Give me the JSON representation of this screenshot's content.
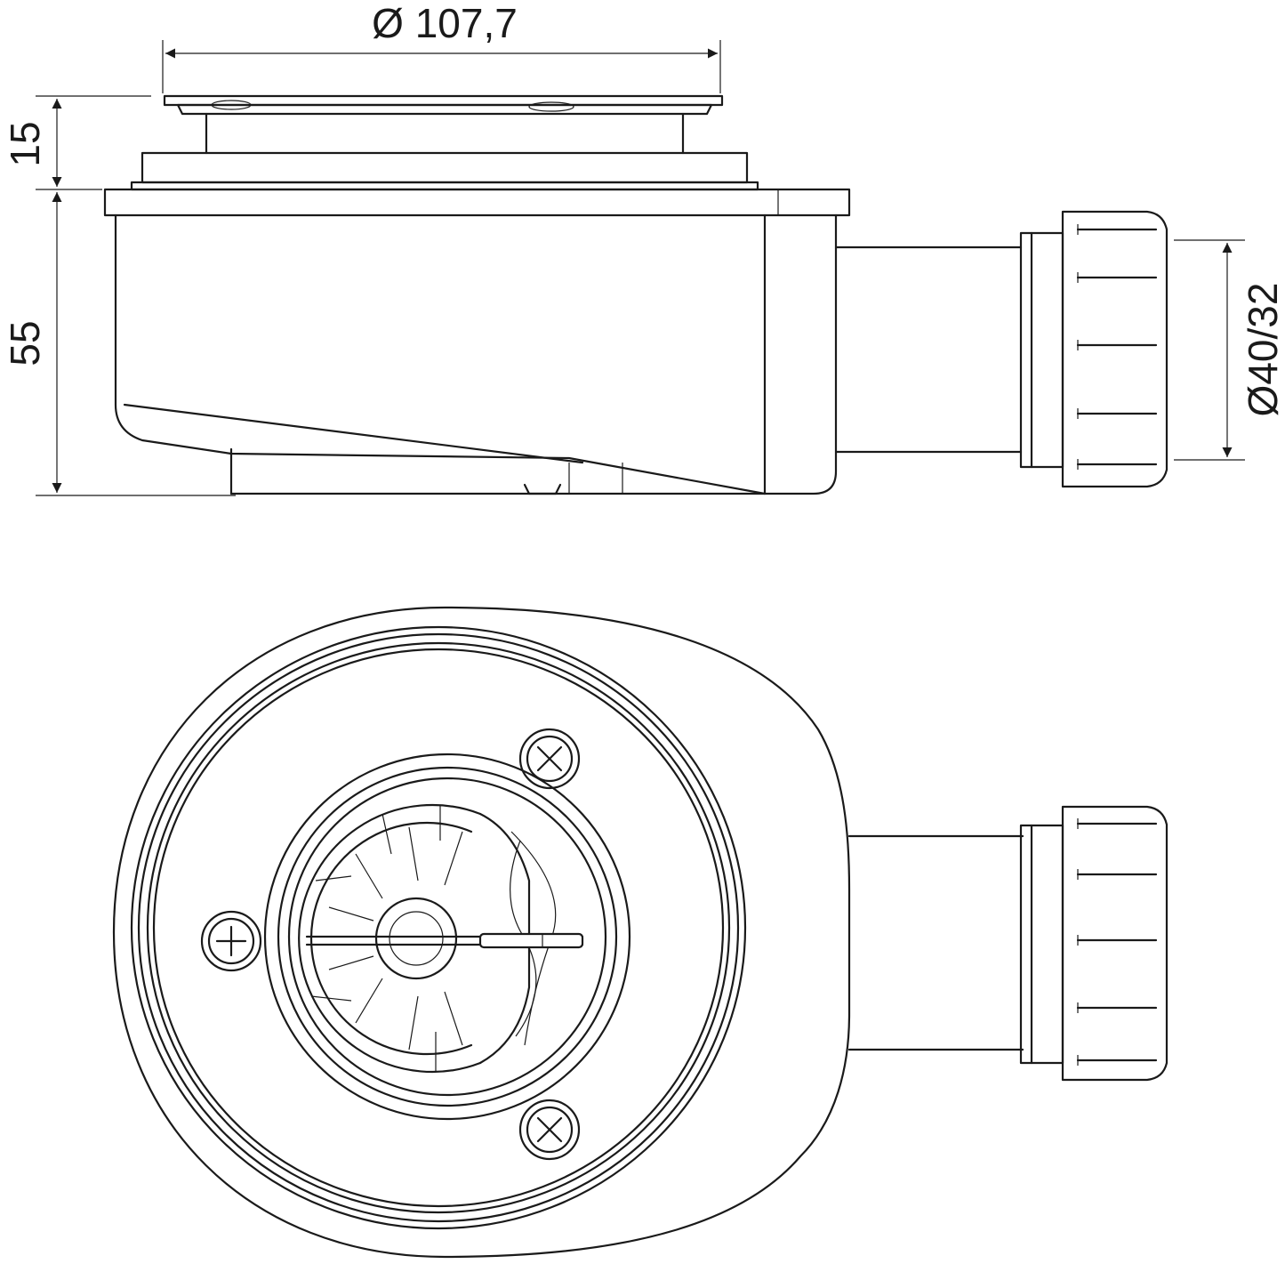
{
  "dimensions": {
    "diameter_top": "Ø 107,7",
    "height_upper": "15",
    "height_lower": "55",
    "outlet_diameter": "Ø40/32"
  },
  "colors": {
    "line": "#1a1a1a",
    "background": "#ffffff"
  }
}
